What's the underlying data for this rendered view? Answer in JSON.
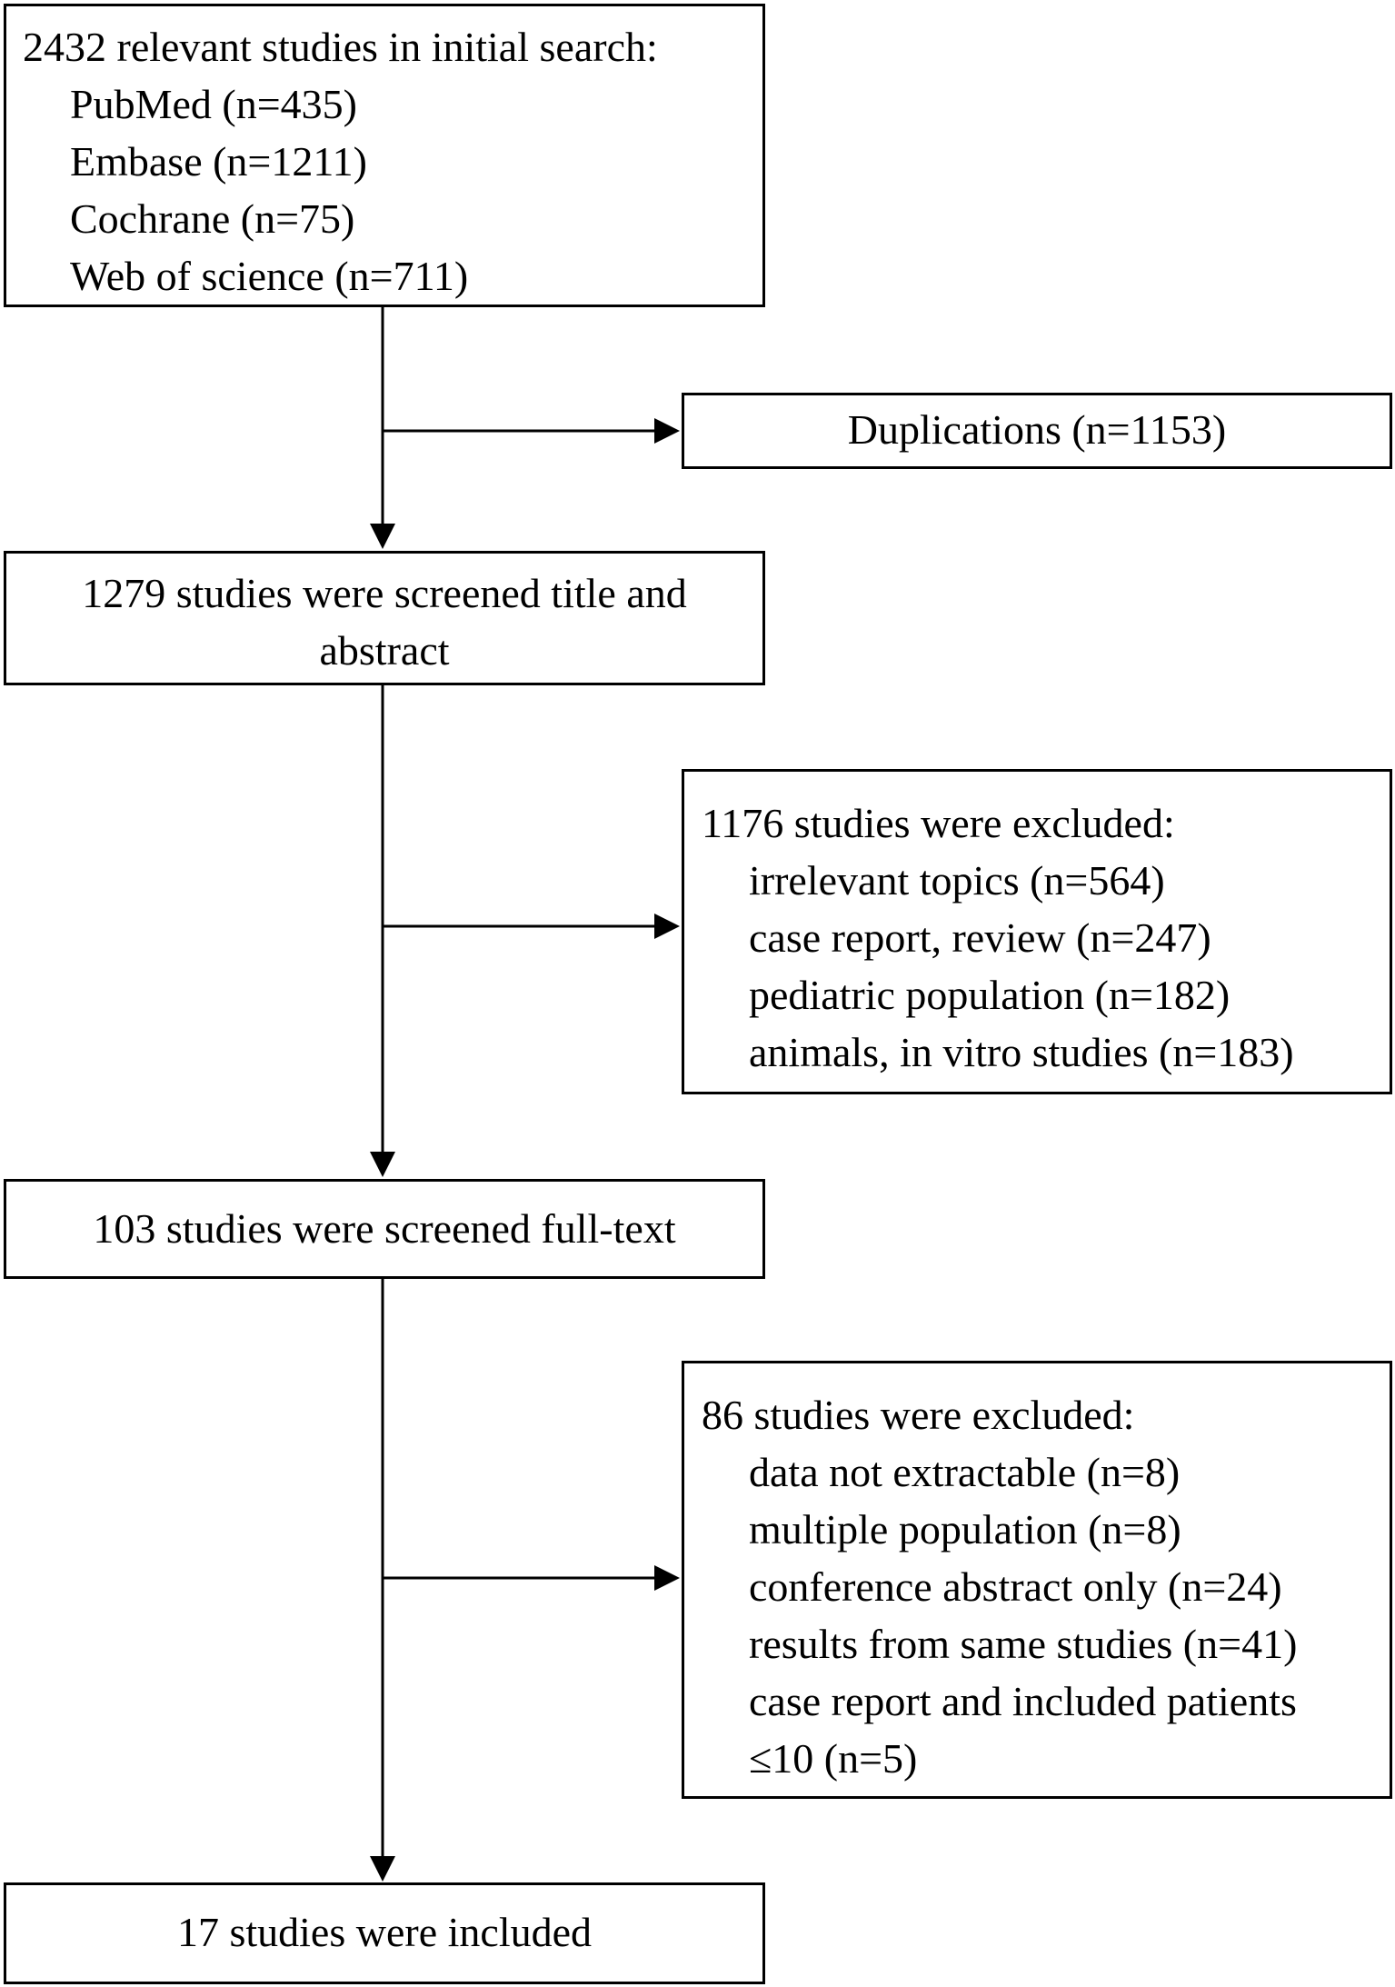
{
  "boxes": {
    "initial": {
      "heading": "2432 relevant studies in initial search:",
      "items": [
        "PubMed (n=435)",
        "Embase (n=1211)",
        "Cochrane (n=75)",
        "Web of science (n=711)"
      ]
    },
    "duplications": {
      "text": "Duplications (n=1153)"
    },
    "screened_title_abstract": {
      "lines": [
        "1279 studies were screened title and",
        "abstract"
      ]
    },
    "excluded_first": {
      "heading": "1176 studies were excluded:",
      "items": [
        "irrelevant topics (n=564)",
        "case report, review (n=247)",
        "pediatric population (n=182)",
        "animals, in vitro studies (n=183)"
      ]
    },
    "screened_full_text": {
      "text": "103 studies were screened full-text"
    },
    "excluded_second": {
      "heading": "86 studies were excluded:",
      "items": [
        "data not extractable (n=8)",
        "multiple population (n=8)",
        "conference abstract only (n=24)",
        "results from same studies (n=41)",
        "case report and included patients",
        "≤10 (n=5)"
      ]
    },
    "included": {
      "text": "17 studies were included"
    }
  }
}
